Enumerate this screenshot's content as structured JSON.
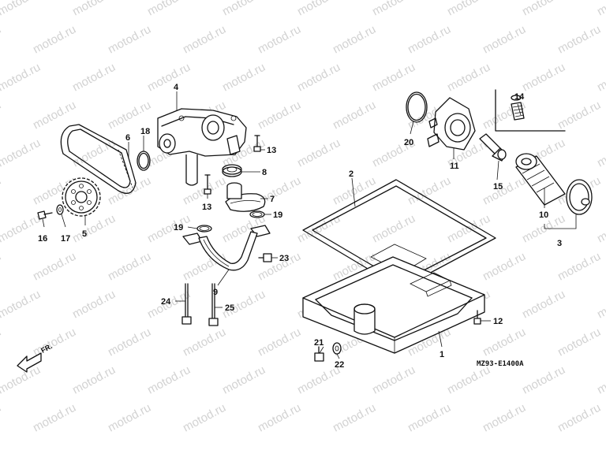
{
  "watermark": "motod.ru",
  "diagram_code": "MZ93-E1400A",
  "direction_label": "FR.",
  "callouts": {
    "c1": "1",
    "c2": "2",
    "c3": "3",
    "c4": "4",
    "c5": "5",
    "c6": "6",
    "c7": "7",
    "c8": "8",
    "c9": "9",
    "c10": "10",
    "c11": "11",
    "c12": "12",
    "c13a": "13",
    "c13b": "13",
    "c14": "14",
    "c15": "15",
    "c16": "16",
    "c17": "17",
    "c18": "18",
    "c19a": "19",
    "c19b": "19",
    "c20": "20",
    "c21": "21",
    "c22": "22",
    "c23": "23",
    "c24": "24",
    "c25": "25"
  }
}
